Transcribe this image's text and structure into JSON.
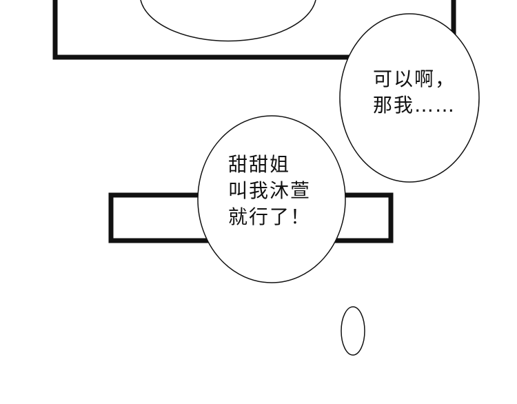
{
  "colors": {
    "background": "#ffffff",
    "ink": "#111111"
  },
  "bubbles": {
    "right": {
      "lines": [
        "可以啊，",
        "那我……"
      ]
    },
    "left": {
      "lines": [
        "甜甜姐",
        "叫我沐萱",
        "就行了！"
      ]
    }
  }
}
